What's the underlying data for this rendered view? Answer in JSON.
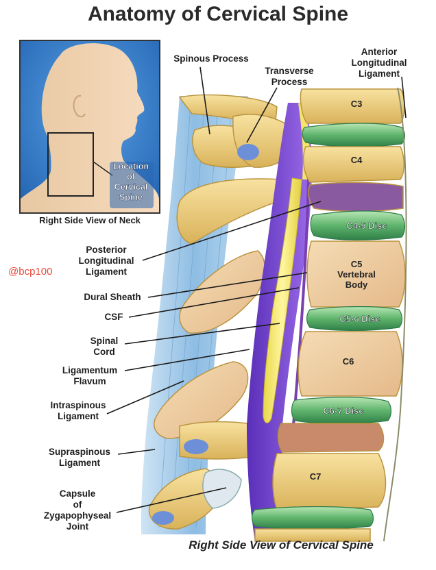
{
  "title": "Anatomy of Cervical Spine",
  "inset": {
    "location_label": "Location\nof\nCervical\nSpine",
    "caption": "Right Side View of Neck"
  },
  "handle": "@bcp100",
  "labels": {
    "spinous_process": "Spinous Process",
    "transverse_process": "Transverse\nProcess",
    "anterior_longitudinal_ligament": "Anterior\nLongitudinal\nLigament",
    "posterior_longitudinal_ligament": "Posterior\nLongitudinal\nLigament",
    "dural_sheath": "Dural Sheath",
    "csf": "CSF",
    "spinal_cord": "Spinal\nCord",
    "ligamentum_flavum": "Ligamentum\nFlavum",
    "intraspinous_ligament": "Intraspinous\nLigament",
    "supraspinous_ligament": "Supraspinous\nLigament",
    "capsule_zygapophyseal": "Capsule\nof\nZygapophyseal\nJoint"
  },
  "vertebrae": {
    "c3": "C3",
    "c4": "C4",
    "c5": "C5\nVertebral\nBody",
    "c6": "C6",
    "c7": "C7"
  },
  "discs": {
    "c4_5": "C4-5 Disc",
    "c5_6": "C5-6 Disc",
    "c6_7": "C6-7 Disc"
  },
  "footer": "Right Side View of Cervical Spine",
  "colors": {
    "bone": "#f2d27a",
    "bone_dark": "#c9a24a",
    "disc": "#6dbb7a",
    "disc_dark": "#2f7a4a",
    "cord": "#f5e66a",
    "csf": "#7a4bd0",
    "ligament_blue": "#9ec8e8",
    "inset_bg": "#2f78c8"
  }
}
